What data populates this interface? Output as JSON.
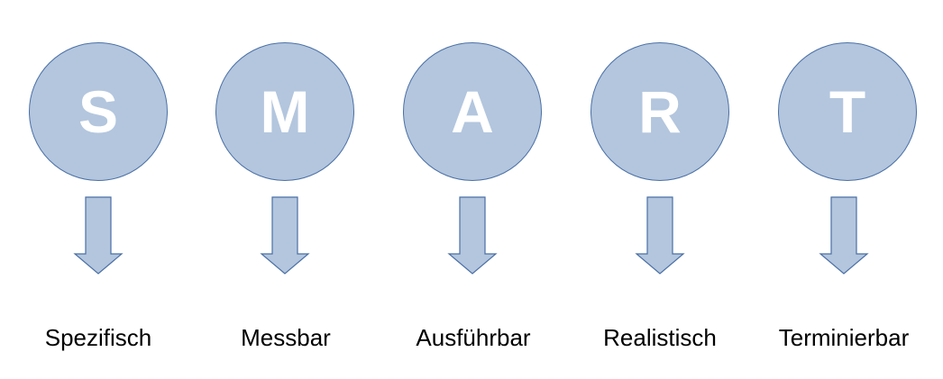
{
  "diagram": {
    "items": [
      {
        "letter": "S",
        "label": "Spezifisch"
      },
      {
        "letter": "M",
        "label": "Messbar"
      },
      {
        "letter": "A",
        "label": "Ausführbar"
      },
      {
        "letter": "R",
        "label": "Realistisch"
      },
      {
        "letter": "T",
        "label": "Terminierbar"
      }
    ],
    "colors": {
      "circle_fill": "#b3c6de",
      "circle_stroke": "#4a6fa5",
      "letter": "#ffffff",
      "arrow_fill": "#b3c6de",
      "arrow_stroke": "#4a6fa5",
      "label": "#000000"
    }
  }
}
